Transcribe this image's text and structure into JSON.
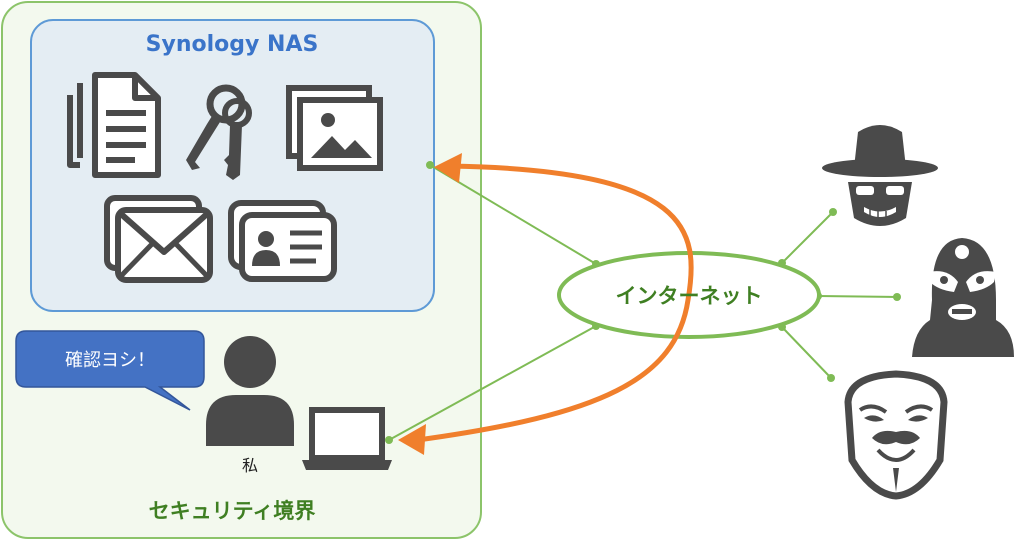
{
  "nas": {
    "title": "Synology NAS"
  },
  "speech": {
    "text": "確認ヨシ！"
  },
  "user": {
    "label": "私"
  },
  "boundary": {
    "label": "セキュリティ境界"
  },
  "internet": {
    "label": "インターネット"
  },
  "colors": {
    "boundary_fill": "#f3f9ee",
    "boundary_stroke": "#8cc46a",
    "nas_fill": "#e4edf3",
    "nas_stroke": "#5e9ad6",
    "title_blue": "#3a74c9",
    "green_text": "#3f7f22",
    "line_green": "#7fbb55",
    "arrow_orange": "#f07f2c",
    "bubble_blue": "#4472c4",
    "icon_gray": "#4a4a4a"
  },
  "icons": [
    "documents-icon",
    "keys-icon",
    "pictures-icon",
    "mail-icon",
    "id-card-icon",
    "person-icon",
    "laptop-icon",
    "hacker-hat-icon",
    "masked-wrestler-icon",
    "guy-fawkes-mask-icon"
  ]
}
